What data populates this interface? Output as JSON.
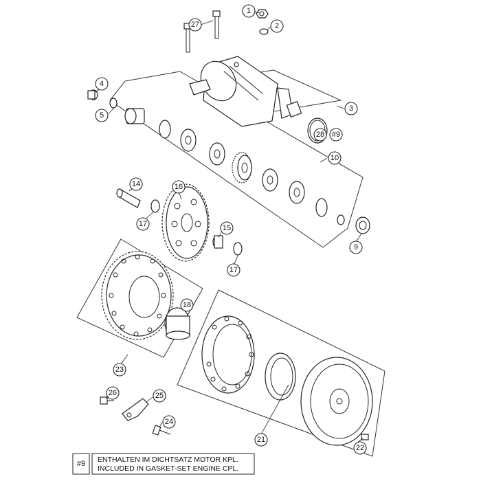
{
  "callouts": [
    {
      "id": "c1",
      "label": "1"
    },
    {
      "id": "c2",
      "label": "2"
    },
    {
      "id": "c27",
      "label": "27"
    },
    {
      "id": "c3",
      "label": "3"
    },
    {
      "id": "c28",
      "label": "28"
    },
    {
      "id": "c9a",
      "label": "#9"
    },
    {
      "id": "c4",
      "label": "4"
    },
    {
      "id": "c5",
      "label": "5"
    },
    {
      "id": "c10",
      "label": "10"
    },
    {
      "id": "c14",
      "label": "14"
    },
    {
      "id": "c16",
      "label": "16"
    },
    {
      "id": "c17a",
      "label": "17"
    },
    {
      "id": "c15",
      "label": "15"
    },
    {
      "id": "c17b",
      "label": "17"
    },
    {
      "id": "c9",
      "label": "9"
    },
    {
      "id": "c18",
      "label": "18"
    },
    {
      "id": "c23",
      "label": "23"
    },
    {
      "id": "c26",
      "label": "26"
    },
    {
      "id": "c25",
      "label": "25"
    },
    {
      "id": "c24",
      "label": "24"
    },
    {
      "id": "c21",
      "label": "21"
    },
    {
      "id": "c22",
      "label": "22"
    }
  ],
  "legend": {
    "tag": "#9",
    "line1": "ENTHALTEN IM DICHTSATZ MOTOR KPL.",
    "line2": "INCLUDED IN GASKET-SET ENGINE CPL."
  }
}
